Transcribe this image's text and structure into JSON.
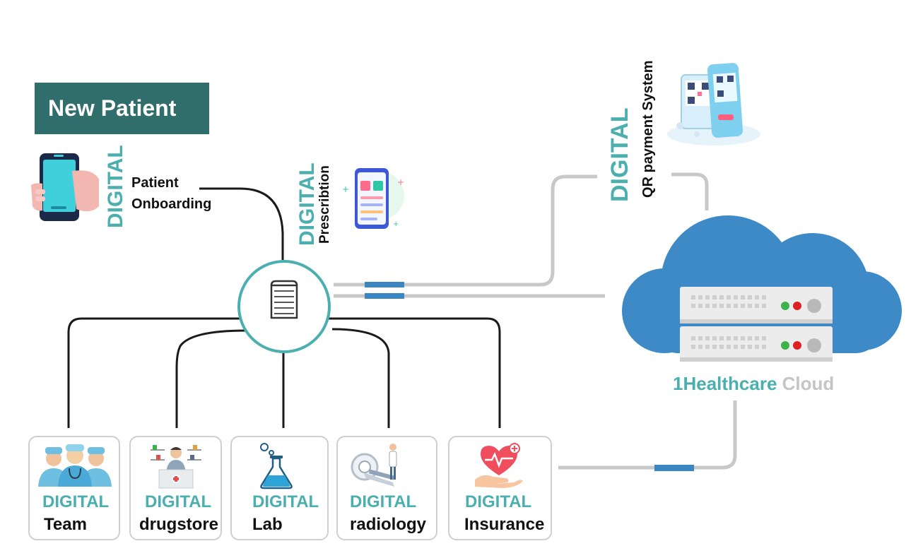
{
  "banner": {
    "title": "New Patient"
  },
  "onboarding": {
    "digital": "DIGITAL",
    "line1": "Patient",
    "line2": "Onboarding"
  },
  "prescription": {
    "digital": "DIGITAL",
    "label": "Prescribtion"
  },
  "qr": {
    "digital": "DIGITAL",
    "label": "QR payment System"
  },
  "cloud": {
    "name_part1": "1Healthcare",
    "name_part2": "Cloud"
  },
  "modules": [
    {
      "digital": "DIGITAL",
      "name": "Team"
    },
    {
      "digital": "DIGITAL",
      "name": "drugstore"
    },
    {
      "digital": "DIGITAL",
      "name": "Lab"
    },
    {
      "digital": "DIGITAL",
      "name": "radiology"
    },
    {
      "digital": "DIGITAL",
      "name": "Insurance"
    }
  ],
  "colors": {
    "teal": "#4bafb0",
    "banner": "#2f6e6a",
    "cloud": "#3e8ac6",
    "connector": "#c8c8c8",
    "connector_accent": "#3a86c2"
  },
  "icons": [
    "phone-hand-icon",
    "prescription-app-icon",
    "qr-phone-icon",
    "hub-document-icon",
    "server-icon",
    "medical-team-icon",
    "pharmacist-icon",
    "lab-flask-icon",
    "radiology-scanner-icon",
    "heart-hand-icon"
  ]
}
